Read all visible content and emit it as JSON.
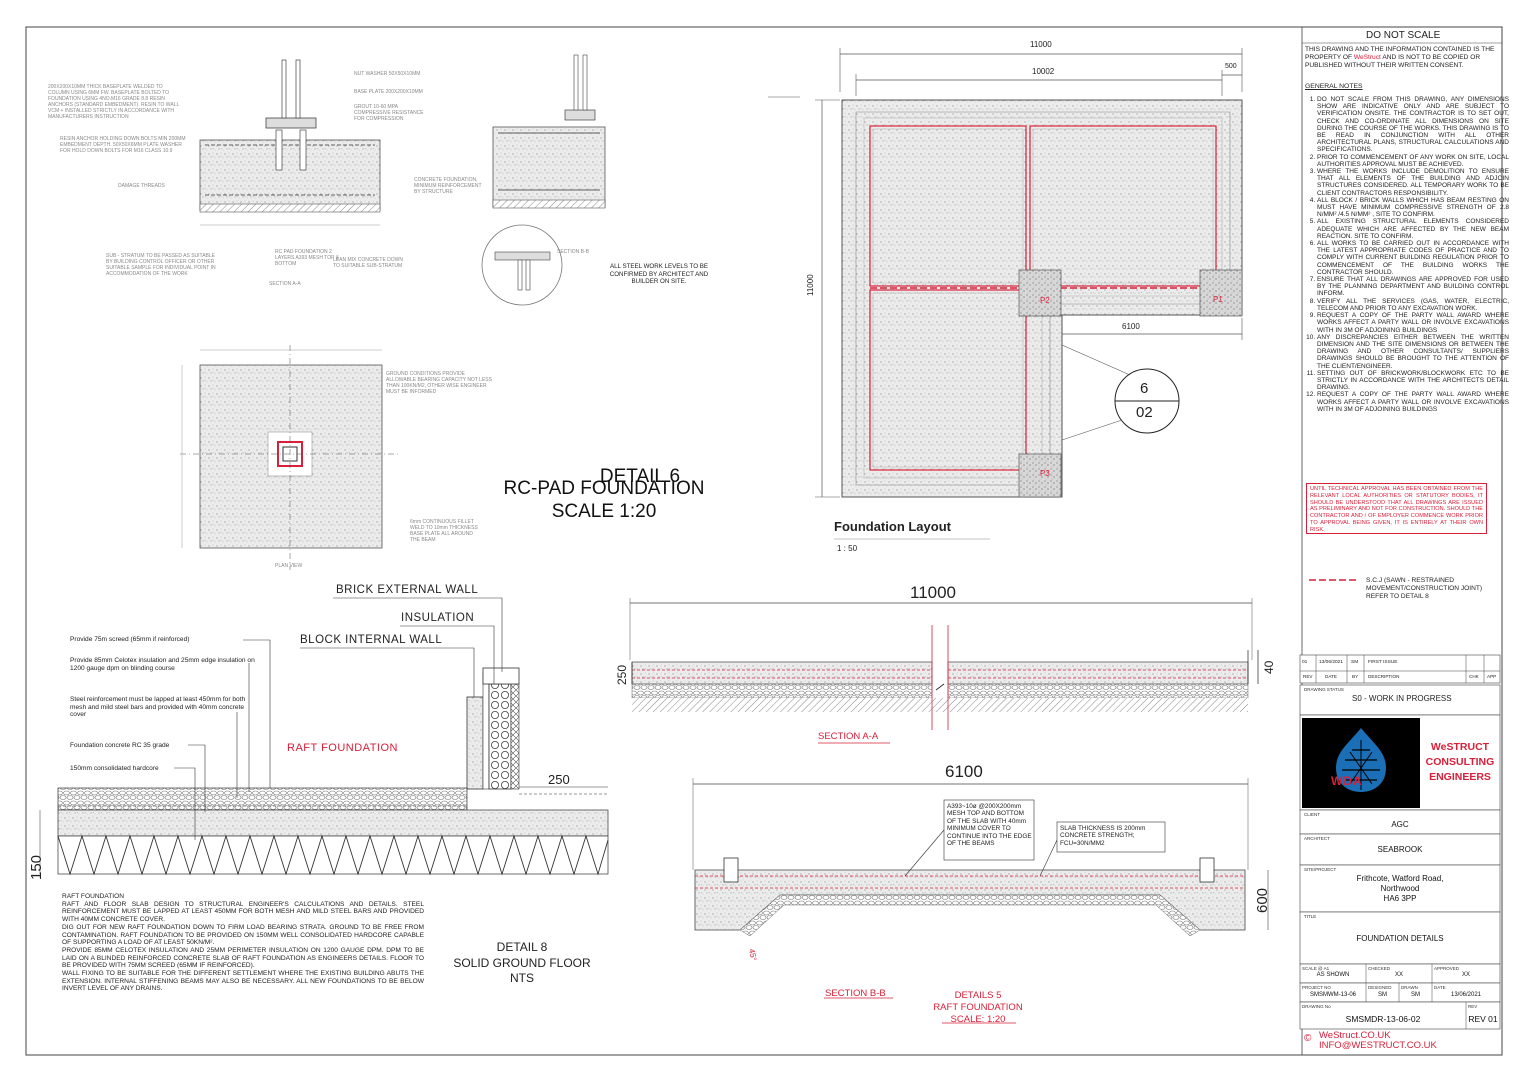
{
  "detail6": {
    "title_line1": "DETAIL 6",
    "title_line2": "RC-PAD FOUNDATION",
    "title_line3": "SCALE 1:20",
    "steel_note": "ALL STEEL WORK LEVELS TO BE CONFIRMED BY ARCHITECT AND BUILDER ON SITE."
  },
  "foundation_layout": {
    "title": "Foundation Layout",
    "scale": "1 : 50",
    "dim_top_overall": "11000",
    "dim_top_inner": "10002",
    "dim_top_edge": "500",
    "dim_side": "11000",
    "dim_inner": "6100",
    "pad_labels": [
      "P1",
      "P2",
      "P3"
    ],
    "section_marker_top": "6",
    "section_marker_bottom": "02"
  },
  "section_aa": {
    "dim_overall": "11000",
    "dim_left": "250",
    "dim_right": "40",
    "label": "SECTION A-A"
  },
  "section_bb": {
    "dim_overall": "6100",
    "dim_depth": "600",
    "angle": "45°",
    "mesh_note": "A393~10ø @200X200mm MESH TOP AND BOTTOM OF THE SLAB WITH 40mm MINIMUM COVER TO CONTINUE INTO THE EDGE OF THE BEAMS",
    "slab_note": "SLAB THICKNESS IS 200mm CONCRETE STRENGTH; FCU=30N/MM2",
    "label": "SECTION B-B",
    "detail_line1": "DETAILS 5",
    "detail_line2": "RAFT FOUNDATION",
    "detail_line3": "SCALE: 1:20"
  },
  "detail8": {
    "brick_wall": "BRICK EXTERNAL WALL",
    "insulation": "INSULATION",
    "block_wall": "BLOCK INTERNAL WALL",
    "screed_note": "Provide 75m screed (65mm if reinforced)",
    "celotex_note": "Provide 85mm Celotex insulation and 25mm edge insulation on 1200 gauge dpm on blinding course",
    "reinforcement_note": "Steel reinforcement must be lapped at least 450mm for both mesh and mild steel bars and provided with 40mm concrete cover",
    "concrete_note": "Foundation concrete RC 35 grade",
    "hardcore_note": "150mm consolidated hardcore",
    "raft_label": "RAFT FOUNDATION",
    "dim_250": "250",
    "dim_150": "150",
    "title_line1": "DETAIL 8",
    "title_line2": "SOLID GROUND FLOOR",
    "title_line3": "NTS",
    "raft_notes": [
      "RAFT FOUNDATION",
      "RAFT AND FLOOR SLAB DESIGN TO STRUCTURAL ENGINEER'S CALCULATIONS AND DETAILS. STEEL REINFORCEMENT MUST BE LAPPED AT LEAST 450MM FOR BOTH MESH AND MILD STEEL BARS AND PROVIDED WITH 40MM CONCRETE COVER.",
      "DIG OUT FOR NEW RAFT FOUNDATION DOWN TO FIRM LOAD BEARING STRATA. GROUND TO BE FREE FROM CONTAMINATION. RAFT FOUNDATION TO BE PROVIDED ON 150MM WELL CONSOLIDATED HARDCORE CAPABLE OF SUPPORTING A LOAD OF AT LEAST 50KN/M².",
      "PROVIDE 85MM CELOTEX INSULATION AND 25MM PERIMETER INSULATION ON 1200 GAUGE DPM. DPM TO BE LAID ON A BLINDED REINFORCED CONCRETE SLAB OF RAFT FOUNDATION AS ENGINEERS DETAILS. FLOOR TO BE PROVIDED WITH 75MM SCREED (65MM IF REINFORCED).",
      "WALL FIXING TO BE SUITABLE FOR THE DIFFERENT SETTLEMENT WHERE THE EXISTING BUILDING ABUTS THE EXTENSION. INTERNAL STIFFENING BEAMS MAY ALSO BE NECESSARY. ALL NEW FOUNDATIONS TO BE BELOW INVERT LEVEL OF ANY DRAINS."
    ]
  },
  "notes_panel": {
    "do_not_scale": "DO NOT SCALE",
    "property_line1": "THIS DRAWING AND THE INFORMATION CONTAINED IS THE",
    "property_line2a": "PROPERTY OF ",
    "property_brand": "WeStruct",
    "property_line2b": " AND IS NOT TO BE COPIED OR",
    "property_line3": "PUBLISHED WITHOUT THEIR WRITTEN CONSENT.",
    "general_notes_title": "GENERAL NOTES",
    "general_notes": [
      "DO NOT SCALE FROM THIS DRAWING, ANY DIMENSIONS SHOW ARE INDICATIVE ONLY AND ARE SUBJECT TO VERIFICATION ONSITE. THE CONTRACTOR IS TO SET OUT, CHECK AND CO-ORDINATE ALL DIMENSIONS ON SITE DURING THE COURSE OF THE WORKS. THIS DRAWING IS TO BE READ IN CONJUNCTION WITH ALL OTHER ARCHITECTURAL PLANS, STRUCTURAL CALCULATIONS AND SPECIFICATIONS.",
      "PRIOR TO COMMENCEMENT OF ANY WORK ON SITE, LOCAL AUTHORITIES APPROVAL MUST BE ACHIEVED.",
      "WHERE THE WORKS INCLUDE DEMOLITION TO ENSURE THAT ALL ELEMENTS OF THE BUILDING AND ADJOIN STRUCTURES CONSIDERED. ALL TEMPORARY WORK TO BE CLIENT CONTRACTORS RESPONSIBILITY.",
      "ALL BLOCK / BRICK WALLS WHICH HAS BEAM RESTING ON MUST HAVE MINIMUM COMPRESSIVE STRENGTH OF 2.8 N/MM² /4.5 N/MM² , SITE TO CONFIRM.",
      "ALL EXISTING STRUCTURAL ELEMENTS CONSIDERED ADEQUATE WHICH ARE AFFECTED BY THE NEW BEAM REACTION. SITE TO CONFIRM.",
      "ALL WORKS TO BE CARRIED OUT IN ACCORDANCE WITH THE LATEST APPROPRIATE CODES OF PRACTICE AND TO COMPLY WITH CURRENT BUILDING REGULATION PRIOR TO COMMENCEMENT OF THE BUILDING WORKS THE CONTRACTOR SHOULD.",
      "ENSURE THAT ALL DRAWINGS ARE APPROVED FOR USED BY THE PLANNING DEPARTMENT AND BUILDING CONTROL INFORM.",
      "VERIFY ALL THE SERVICES (GAS, WATER, ELECTRIC, TELECOM AND PRIOR TO ANY EXCAVATION WORK.",
      "REQUEST A COPY OF THE PARTY WALL AWARD WHERE WORKS AFFECT A PARTY WALL OR INVOLVE EXCAVATIONS WITH IN 3M OF ADJOINING BUILDINGS",
      "ANY DISCREPANCIES EITHER BETWEEN THE WRITTEN DIMENSION AND THE SITE DIMENSIONS OR BETWEEN THE DRAWING AND OTHER CONSULTANTS/ SUPPLIERS DRAWINGS SHOULD BE BROUGHT TO THE ATTENTION OF THE CLIENT/ENGINEER.",
      "SETTING OUT OF BRICKWORK/BLOCKWORK ETC TO BE STRICTLY IN ACCORDANCE WITH THE ARCHITECTS DETAIL DRAWING.",
      "REQUEST A COPY OF THE PARTY WALL AWARD WHERE WORKS AFFECT A PARTY WALL OR INVOLVE EXCAVATIONS WITH IN 3M OF ADJOINING BUILDINGS"
    ],
    "approval_note": "UNTIL TECHNICAL APPROVAL HAS BEEN OBTAINED FROM THE RELEVANT LOCAL AUTHORITIES OR STATUTORY BODIES, IT SHOULD BE UNDERSTOOD THAT ALL DRAWINGS ARE ISSUED AS PRELIMINARY AND NOT FOR CONSTRUCTION. SHOULD THE CONTRACTOR AND / OF EMPLOYER COMMENCE WORK PRIOR TO APPROVAL BEING GIVEN, IT IS ENTIRELY AT THEIR OWN RISK.",
    "legend_line1": "S.C.J (SAWN - RESTRAINED",
    "legend_line2": "MOVEMENT/CONSTRUCTION JOINT)",
    "legend_line3": "REFER TO DETAIL 8"
  },
  "title_block": {
    "rev_row": [
      "01",
      "13/06/2021",
      "SM",
      "FIRST ISSUE"
    ],
    "rev_headers": [
      "REV",
      "DATE",
      "BY",
      "DESCRIPTION",
      "CHK",
      "APP"
    ],
    "drawing_status_label": "DRAWING STATUS",
    "drawing_status": "S0 - WORK IN PROGRESS",
    "company_line1": "WeSTRUCT",
    "company_line2": "CONSULTING",
    "company_line3": "ENGINEERS",
    "logo_text": "WDA",
    "client_label": "CLIENT",
    "client": "AGC",
    "architect_label": "ARCHITECT",
    "architect": "SEABROOK",
    "site_label": "SITE/PROJECT",
    "site_line1": "Frithcote, Watford Road,",
    "site_line2": "Northwood",
    "site_line3": "HA6 3PP",
    "title_label": "TITLE",
    "title": "FOUNDATION DETAILS",
    "scale_label": "SCALE @ A1",
    "scale": "AS SHOWN",
    "checked_label": "CHECKED",
    "checked": "XX",
    "approved_label": "APPROVED",
    "approved": "XX",
    "project_label": "PROJECT NO",
    "project": "SMSMWM-13-06",
    "designed_label": "DESIGNED",
    "designed": "SM",
    "drawn_label": "DRAWN",
    "drawn": "SM",
    "date_label": "DATE",
    "date": "13/06/2021",
    "drawing_no_label": "DRAWING No",
    "drawing_no": "SMSMDR-13-06-02",
    "rev_label": "REV",
    "rev": "REV 01",
    "website": "WeStruct.CO.UK",
    "email": "INFO@WESTRUCT.CO.UK",
    "copyright_symbol": "©"
  },
  "colors": {
    "red": "#d8203a",
    "hatch": "#9a9a9a",
    "pad": "#7b7b7b",
    "brand_blue": "#1a6fb7"
  }
}
